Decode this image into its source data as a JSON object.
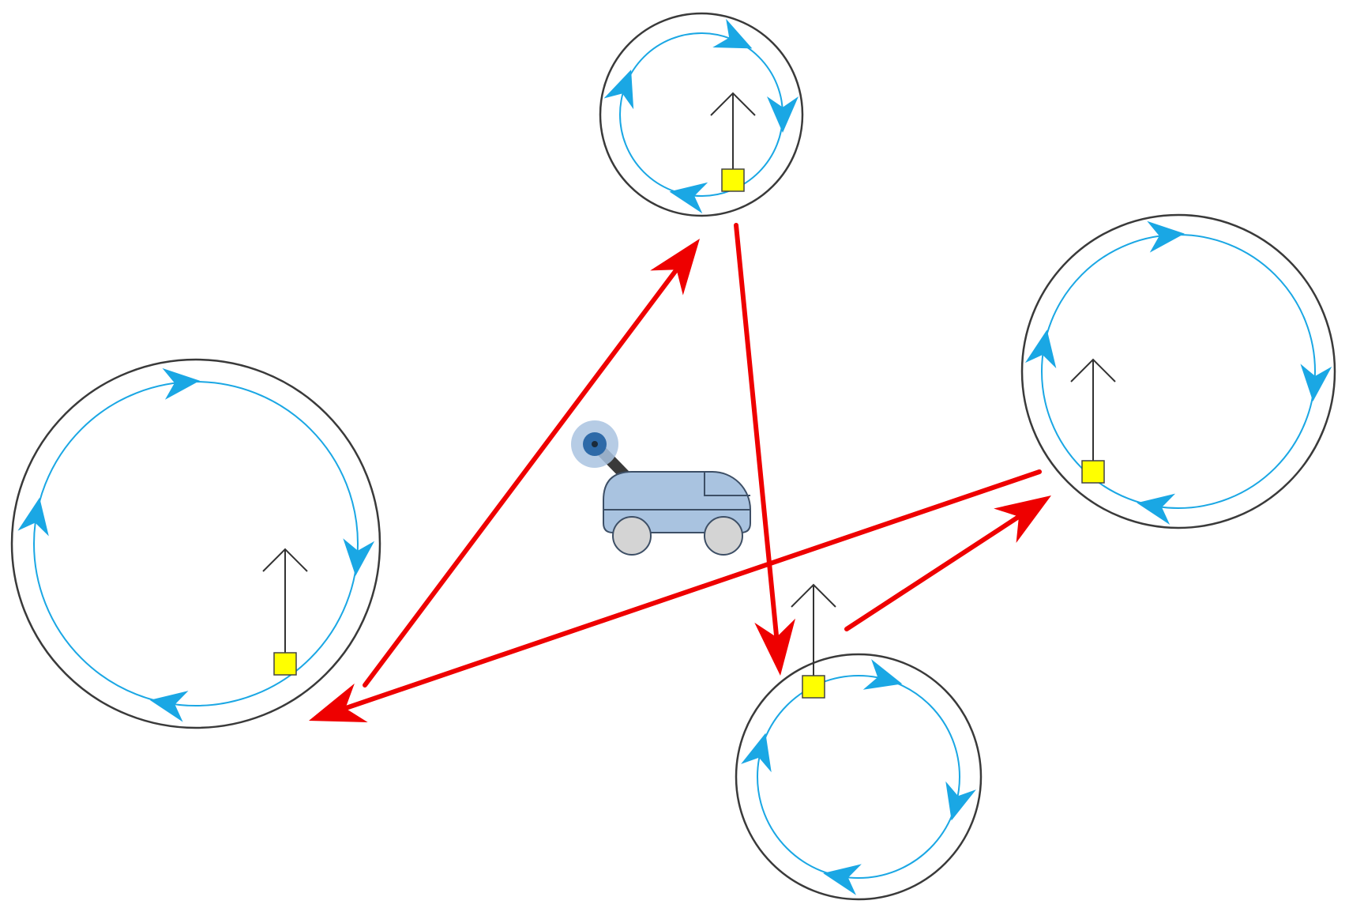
{
  "colors": {
    "background": "#ffffff",
    "outer_ring": "#3a3a3a",
    "inner_path": "#1aa7e4",
    "path_arrow": "#1aa7e4",
    "heading_arrow": "#333333",
    "marker_fill": "#ffff00",
    "marker_stroke": "#444444",
    "transition": "#ee0000",
    "robot_body": "#a9c3e0",
    "robot_outline": "#3d4f66",
    "robot_wheel": "#d4d4d4",
    "robot_camera_halo": "#a9c3e0",
    "robot_camera_lens": "#2e6aa8",
    "robot_arm": "#3a3a3a"
  },
  "icons": {
    "robot": "rover-robot-icon",
    "start_marker": "yellow-square-marker",
    "heading": "up-arrow-heading",
    "path_direction": "triangle-arrowhead",
    "transition": "red-arrow"
  },
  "diagram": {
    "circles": [
      {
        "id": "top",
        "loop_arrows": 4
      },
      {
        "id": "right",
        "loop_arrows": 4
      },
      {
        "id": "left",
        "loop_arrows": 4
      },
      {
        "id": "bottom",
        "loop_arrows": 4
      }
    ],
    "transitions": [
      {
        "from": "left",
        "to": "top"
      },
      {
        "from": "top",
        "to": "bottom"
      },
      {
        "from": "bottom",
        "to": "right"
      },
      {
        "from": "right",
        "to": "left"
      }
    ]
  }
}
